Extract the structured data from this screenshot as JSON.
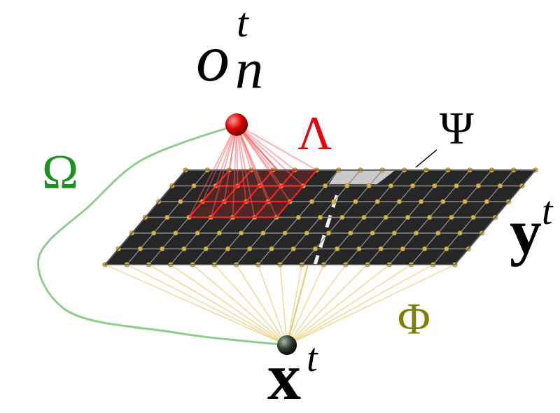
{
  "diagram": {
    "nodes": [
      {
        "text": [
          "o",
          "t",
          "n"
        ]
      },
      {
        "text": [
          "y",
          "t"
        ]
      },
      {
        "text": [
          "x",
          "t"
        ]
      }
    ],
    "edges": [
      {
        "from": 0,
        "to": 2,
        "arrow": "none",
        "label": "Ω"
      },
      {
        "from": 0,
        "to": 1,
        "arrow": "none",
        "label": "Λ"
      },
      {
        "from": 2,
        "to": 1,
        "arrow": "none",
        "label": "Φ"
      }
    ],
    "labels": [
      "Ψ"
    ]
  }
}
